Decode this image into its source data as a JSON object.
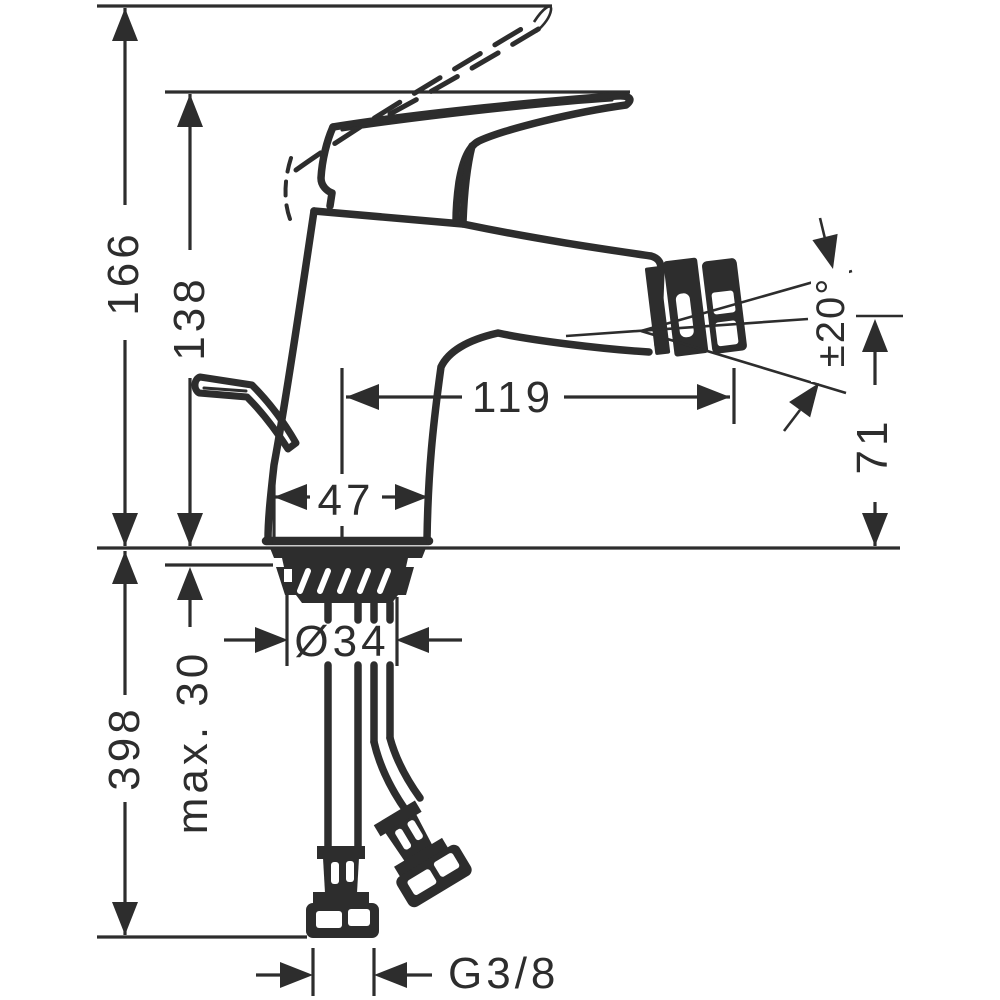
{
  "page": {
    "background": "#ffffff"
  },
  "drawing": {
    "line_color": "#2d2d2d",
    "labels": {
      "overall_height": "166",
      "handle_height": "138",
      "spout_reach": "119",
      "base_width": "47",
      "outlet_height": "71",
      "spray_angle": "±20°",
      "shank_diameter": "Ø34",
      "max_mounting_thickness": "max. 30",
      "hose_length": "398",
      "thread_size": "G3/8"
    }
  }
}
